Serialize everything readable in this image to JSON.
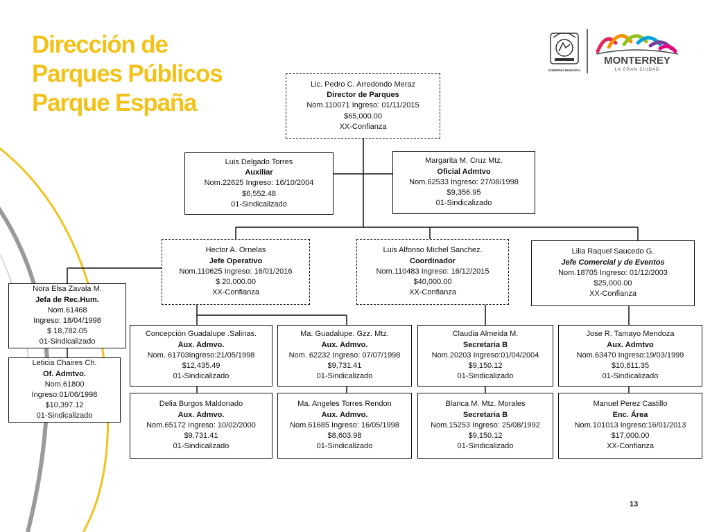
{
  "slide": {
    "title_lines": [
      "Dirección de",
      "Parques Públicos",
      "Parque España"
    ],
    "page_number": "13"
  },
  "logos": {
    "municipal_caption": "GOBIERNO MUNICIPAL",
    "brand_name": "MONTERREY",
    "brand_tagline": "LA GRAN CIUDAD",
    "brand_colors": [
      "#e3245c",
      "#f39200",
      "#95c11f",
      "#00a3d9",
      "#7b3f98",
      "#e6007e"
    ]
  },
  "nodes": {
    "director": {
      "name": "Lic. Pedro C. Arredondo Meraz",
      "role": "Director de Parques",
      "nom": "Nom.110071 Ingreso: 01/11/2015",
      "salary": "$65,000.00",
      "status": "XX-Confianza"
    },
    "auxiliar": {
      "name": "Luis Delgado Torres",
      "role": "Auxiliar",
      "nom": "Nom.22625 Ingreso: 16/10/2004",
      "salary": "$6,552.48",
      "status": "01-Sindicalizado"
    },
    "oficial": {
      "name": "Margarita  M. Cruz Mtz.",
      "role": "Oficial Admtvo",
      "nom": "Nom.62533 Ingreso: 27/08/1998",
      "salary": "$9,356.95",
      "status": "01-Sindicalizado"
    },
    "jefe_operativo": {
      "name": "Hector A. Ornelas",
      "role": "Jefe Operativo",
      "nom": "Nom.110625 Ingreso: 16/01/2016",
      "salary": "$ 20,000.00",
      "status": "XX-Confianza"
    },
    "coordinador": {
      "name": "Luis Alfonso Michel Sanchez.",
      "role": "Coordinador",
      "nom": "Nom.110483 Ingreso: 16/12/2015",
      "salary": "$40,000.00",
      "status": "XX-Confianza"
    },
    "jefe_comercial": {
      "name": "Lilia  Raquel Saucedo G.",
      "role": "Jefe Comercial y de Eventos",
      "nom": "Nom.18705 Ingreso: 01/12/2003",
      "salary": "$25,000.00",
      "status": "XX-Confianza"
    },
    "rec_hum": {
      "name": "Nora Elsa Zavala M.",
      "role": "Jefa de Rec.Hum.",
      "nom": "Nom.61468",
      "ingreso": "Ingreso: 18/04/1998",
      "salary": "$ 18,782.05",
      "status": "01-Sindicalizado"
    },
    "of_admtvo": {
      "name": "Leticia  Chaires Ch.",
      "role": "Of. Admtvo.",
      "nom": "Nom.61800",
      "ingreso": "Ingreso:01/06/1998",
      "salary": "$10,397.12",
      "status": "01-Sindicalizado"
    },
    "concepcion": {
      "name": "Concepción Guadalupe .Salinas.",
      "role": "Aux. Admvo.",
      "nom": "Nom. 61703Ingreso:21/05/1998",
      "salary": "$12,435.49",
      "status": "01-Sindicalizado"
    },
    "guadalupe": {
      "name": "Ma. Guadalupe. Gzz. Mtz.",
      "role": "Aux. Admvo.",
      "nom": "Nom. 62232 Ingreso: 07/07/1998",
      "salary": "$9,731.41",
      "status": "01-Sindicalizado"
    },
    "claudia": {
      "name": "Claudia  Almeida M.",
      "role": "Secretaria B",
      "nom": "Nom.20203 Ingreso:01/04/2004",
      "salary": "$9,150.12",
      "status": "01-Sindicalizado"
    },
    "tamayo": {
      "name": "Jose R. Tamayo Mendoza",
      "role": "Aux. Admtvo",
      "nom": "Nom.63470 Ingreso:19/03/1999",
      "salary": "$10,811.35",
      "status": "01-Sindicalizado"
    },
    "delia": {
      "name": "Delia Burgos Maldonado",
      "role": "Aux. Admvo.",
      "nom": "Nom.65172 Ingreso: 10/02/2000",
      "salary": "$9,731.41",
      "status": "01-Sindicalizado"
    },
    "angeles": {
      "name": "Ma. Angeles Torres Rendon",
      "role": "Aux. Admvo.",
      "nom": "Nom.61685 Ingreso: 16/05/1998",
      "salary": "$8,603.98",
      "status": "01-Sindicalizado"
    },
    "blanca": {
      "name": "Blanca M. Mtz. Morales",
      "role": "Secretaria B",
      "nom": "Nom.15253 Ingreso: 25/08/1992",
      "salary": "$9,150.12",
      "status": "01-Sindicalizado"
    },
    "manuel": {
      "name": "Manuel Perez Castillo",
      "role": "Enc. Área",
      "nom": "Nom.101013 Ingreso:16/01/2013",
      "salary": "$17,000.00",
      "status": "XX-Confianza"
    }
  }
}
